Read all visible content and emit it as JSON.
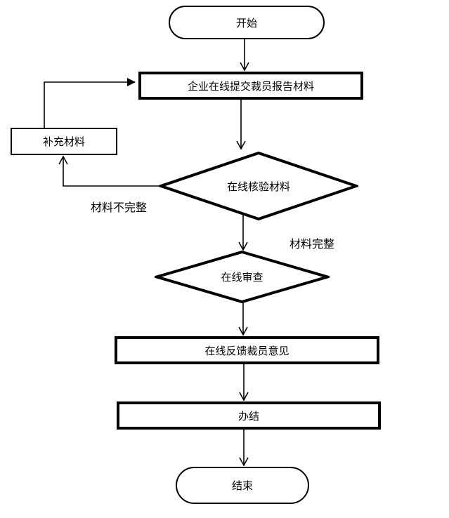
{
  "flowchart": {
    "colors": {
      "background": "#ffffff",
      "line": "#000000",
      "text": "#000000"
    },
    "nodes": {
      "start": {
        "label": "开始",
        "shape": "terminator"
      },
      "submit": {
        "label": "企业在线提交裁员报告材料",
        "shape": "process"
      },
      "supplement": {
        "label": "补充材料",
        "shape": "process"
      },
      "verify": {
        "label": "在线核验材料",
        "shape": "decision"
      },
      "review": {
        "label": "在线审查",
        "shape": "decision"
      },
      "feedback": {
        "label": "在线反馈裁员意见",
        "shape": "process"
      },
      "finish": {
        "label": "办结",
        "shape": "process"
      },
      "end": {
        "label": "结束",
        "shape": "terminator"
      }
    },
    "edge_labels": {
      "incomplete": "材料不完整",
      "complete": "材料完整"
    }
  }
}
